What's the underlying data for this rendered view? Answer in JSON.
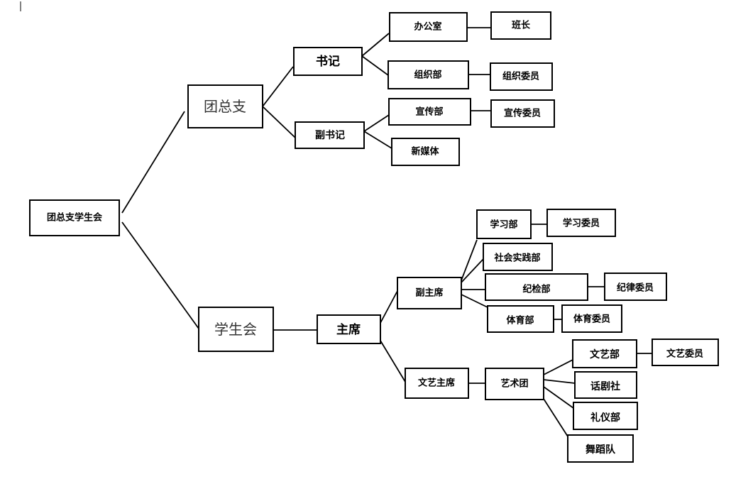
{
  "nodes": {
    "root": "团总支学生会",
    "tuanzongzhi": "团总支",
    "shuji": "书记",
    "fushuji": "副书记",
    "bangongshi": "办公室",
    "banzhang": "班长",
    "zuzhibu": "组织部",
    "zuzhiweiyuan": "组织委员",
    "xuanchuanbu": "宣传部",
    "xuanchuanweiyuan": "宣传委员",
    "xinmeiti": "新媒体",
    "xueshenghui": "学生会",
    "zhuxi": "主席",
    "fuzhuxi": "副主席",
    "xuexibu": "学习部",
    "xuexiweiyuan": "学习委员",
    "shehuishijianbu": "社会实践部",
    "jijianbu": "纪检部",
    "jilvweiyuan": "纪律委员",
    "tiyubu": "体育部",
    "tiyuweiyuan": "体育委员",
    "wenyizhuxi": "文艺主席",
    "yishutuan": "艺术团",
    "wenyibu": "文艺部",
    "wenyiweiyuan": "文艺委员",
    "huajushe": "话剧社",
    "liyibu": "礼仪部",
    "wudaodui": "舞蹈队"
  },
  "edges": [
    [
      "root",
      "tuanzongzhi"
    ],
    [
      "root",
      "xueshenghui"
    ],
    [
      "tuanzongzhi",
      "shuji"
    ],
    [
      "tuanzongzhi",
      "fushuji"
    ],
    [
      "shuji",
      "bangongshi"
    ],
    [
      "shuji",
      "zuzhibu"
    ],
    [
      "bangongshi",
      "banzhang"
    ],
    [
      "zuzhibu",
      "zuzhiweiyuan"
    ],
    [
      "fushuji",
      "xuanchuanbu"
    ],
    [
      "fushuji",
      "xinmeiti"
    ],
    [
      "xuanchuanbu",
      "xuanchuanweiyuan"
    ],
    [
      "xueshenghui",
      "zhuxi"
    ],
    [
      "zhuxi",
      "fuzhuxi"
    ],
    [
      "zhuxi",
      "wenyizhuxi"
    ],
    [
      "fuzhuxi",
      "xuexibu"
    ],
    [
      "fuzhuxi",
      "shehuishijianbu"
    ],
    [
      "fuzhuxi",
      "jijianbu"
    ],
    [
      "fuzhuxi",
      "tiyubu"
    ],
    [
      "xuexibu",
      "xuexiweiyuan"
    ],
    [
      "jijianbu",
      "jilvweiyuan"
    ],
    [
      "tiyubu",
      "tiyuweiyuan"
    ],
    [
      "wenyizhuxi",
      "yishutuan"
    ],
    [
      "yishutuan",
      "wenyibu"
    ],
    [
      "yishutuan",
      "huajushe"
    ],
    [
      "yishutuan",
      "liyibu"
    ],
    [
      "yishutuan",
      "wudaodui"
    ],
    [
      "wenyibu",
      "wenyiweiyuan"
    ]
  ]
}
